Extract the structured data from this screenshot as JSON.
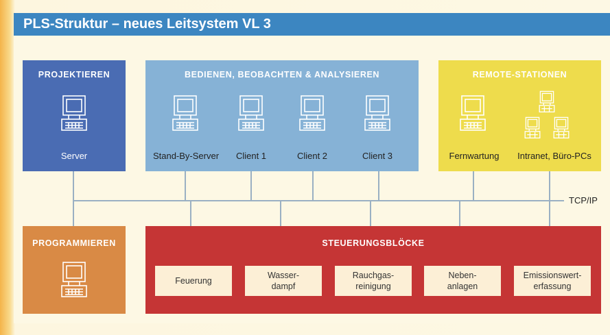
{
  "title": "PLS-Struktur – neues Leitsystem VL 3",
  "network_label": "TCP/IP",
  "colors": {
    "title_bar": "#3c86c1",
    "projektieren": "#4a6cb3",
    "bedienen": "#86b2d6",
    "remote": "#eedc4c",
    "programmieren": "#d98a45",
    "steuerung": "#c53535",
    "control_block": "#fcefd6"
  },
  "projektieren": {
    "title": "PROJEKTIEREN",
    "items": [
      "Server"
    ]
  },
  "bedienen": {
    "title": "BEDIENEN, BEOBACHTEN & ANALYSIEREN",
    "items": [
      "Stand-By-Server",
      "Client 1",
      "Client 2",
      "Client 3"
    ]
  },
  "remote": {
    "title": "REMOTE-STATIONEN",
    "items": [
      "Fernwartung",
      "Intranet, Büro-PCs"
    ]
  },
  "programmieren": {
    "title": "PROGRAMMIEREN"
  },
  "steuerung": {
    "title": "STEUERUNGSBLÖCKE",
    "blocks": [
      "Feuerung",
      "Wasser-\ndampf",
      "Rauchgas-\nreinigung",
      "Neben-\nanlagen",
      "Emissionswert-\nerfassung"
    ]
  },
  "icons": [
    "computer-icon",
    "computer-network-icon"
  ]
}
